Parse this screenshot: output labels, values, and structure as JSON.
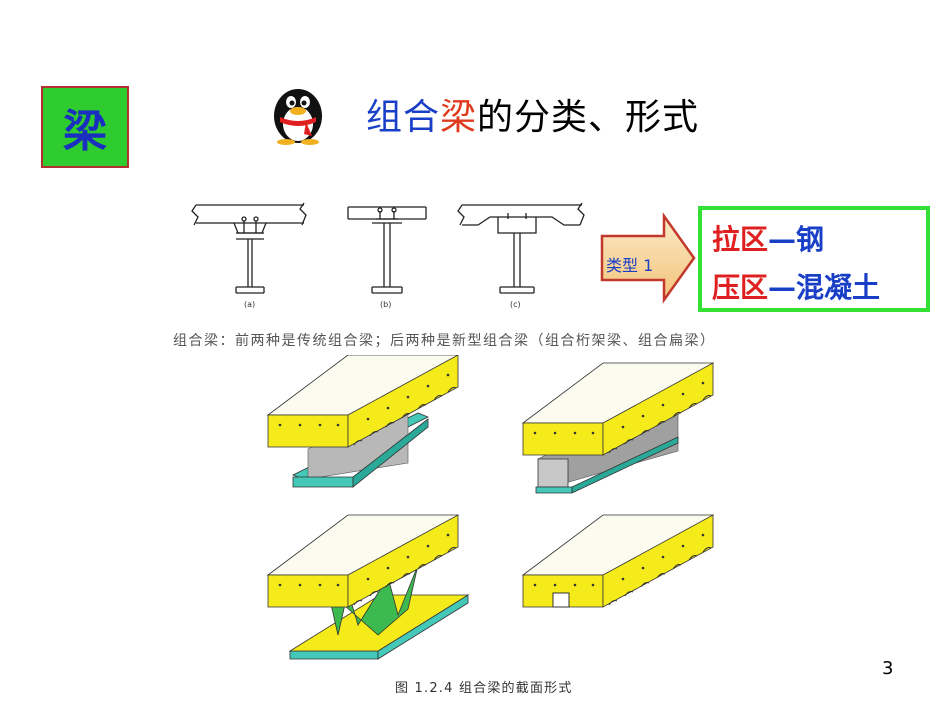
{
  "badge": "梁",
  "title": {
    "part1": "组合",
    "part2": "梁",
    "part3": "的分类、形式"
  },
  "arrow_label": "类型 1",
  "box": {
    "line1_a": "拉区",
    "line1_b": "—钢",
    "line2_a": "压区",
    "line2_b": "—混凝土"
  },
  "sections": {
    "a": "(a)",
    "b": "(b)",
    "c": "(c)"
  },
  "caption1": "组合梁：前两种是传统组合梁；后两种是新型组合梁（组合桁架梁、组合扁梁）",
  "caption2": "图 1.2.4  组合梁的截面形式",
  "page_number": "3",
  "colors": {
    "slab": "#f5ea1a",
    "steel": "#44c8b8",
    "badge_bg": "#2ecc2e",
    "frame": "#33e033"
  }
}
